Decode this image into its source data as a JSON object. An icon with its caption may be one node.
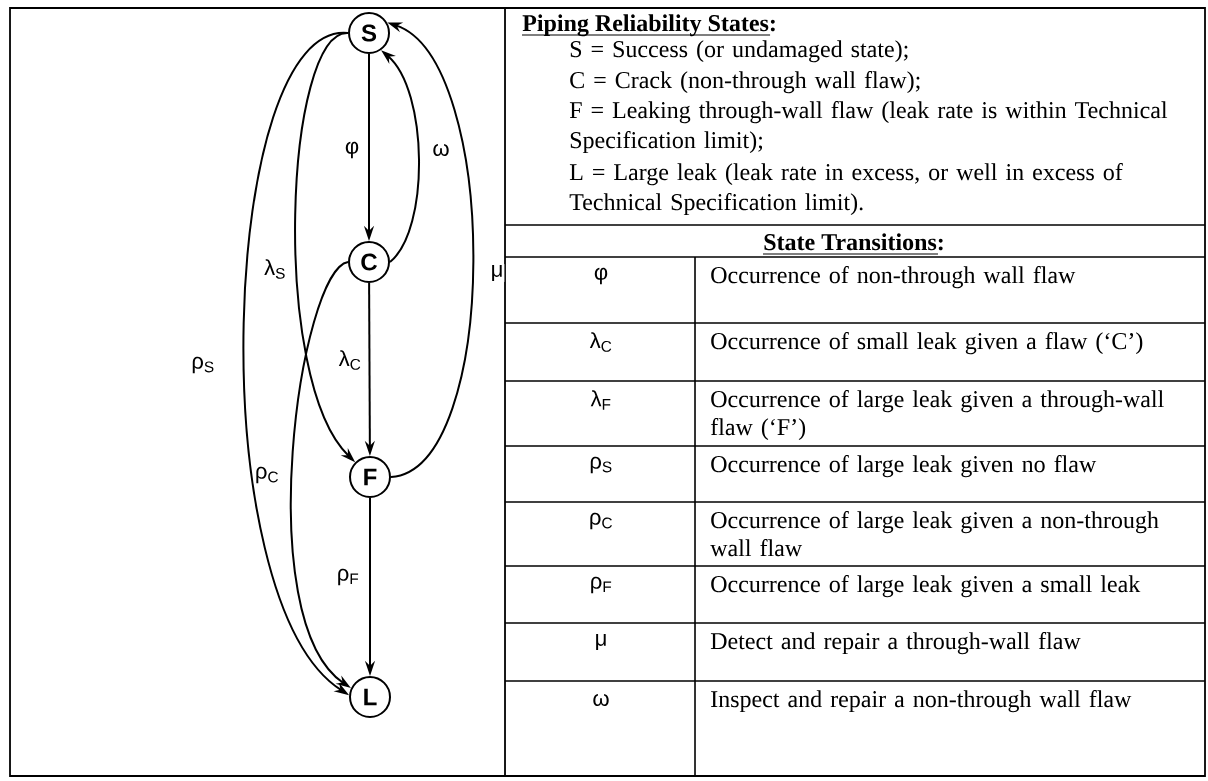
{
  "diagram": {
    "nodes": [
      {
        "text": [
          "S"
        ]
      },
      {
        "text": [
          "C"
        ]
      },
      {
        "text": [
          "F"
        ]
      },
      {
        "text": [
          "L"
        ]
      }
    ],
    "edges": [
      {
        "from": 0,
        "to": 1,
        "arrow": "to",
        "label": "φ"
      },
      {
        "from": 1,
        "to": 0,
        "arrow": "to",
        "label": "ω"
      },
      {
        "from": 0,
        "to": 2,
        "arrow": "to",
        "label": "λ$_{S}$"
      },
      {
        "from": 2,
        "to": 0,
        "arrow": "to",
        "label": "μ"
      },
      {
        "from": 0,
        "to": 3,
        "arrow": "to",
        "label": "ρ$_{S}$"
      },
      {
        "from": 1,
        "to": 2,
        "arrow": "to",
        "label": "λ$_{C}$"
      },
      {
        "from": 1,
        "to": 3,
        "arrow": "to",
        "label": "ρ$_{C}$"
      },
      {
        "from": 2,
        "to": 3,
        "arrow": "to",
        "label": "ρ$_{F}$"
      }
    ],
    "labels": [
      "Piping Reliability States:",
      "S = Success (or undamaged state);",
      "C = Crack (non-through wall flaw);",
      "F = Leaking through-wall flaw (leak rate is within Technical Specification limit);",
      "L = Large leak (leak rate in excess, or well in excess of Technical Specification limit).",
      "State Transitions:",
      "φ",
      "Occurrence of non-through wall flaw",
      "λ$_{C}$",
      "Occurrence of small leak given a flaw (‘C’)",
      "λ$_{F}$",
      "Occurrence of large leak given a through-wall flaw (‘F’)",
      "ρ$_{S}$",
      "Occurrence of large leak given no flaw",
      "ρ$_{C}$",
      "Occurrence of large leak given a non-through wall flaw",
      "ρ$_{F}$",
      "Occurrence of large leak given a small leak",
      "μ",
      "Detect and repair a through-wall flaw",
      "ω",
      "Inspect and repair a non-through wall flaw"
    ]
  }
}
